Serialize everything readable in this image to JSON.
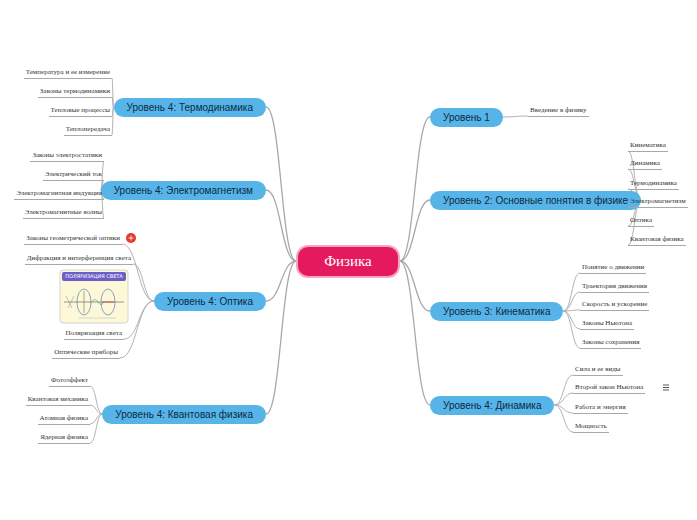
{
  "diagram": {
    "nodes": [
      {
        "text": [
          "Физика"
        ]
      },
      {
        "text": [
          "Уровень 1"
        ]
      },
      {
        "text": [
          "Введение в физику"
        ]
      },
      {
        "text": [
          "Уровень 2: Основные понятия в физике"
        ]
      },
      {
        "text": [
          "Кинематика"
        ]
      },
      {
        "text": [
          "Динамика"
        ]
      },
      {
        "text": [
          "Термодинамика"
        ]
      },
      {
        "text": [
          "Электромагнетизм"
        ]
      },
      {
        "text": [
          "Оптика"
        ]
      },
      {
        "text": [
          "Квантовая физика"
        ]
      },
      {
        "text": [
          "Уровень 3: Кинематика"
        ]
      },
      {
        "text": [
          "Понятие о движении"
        ]
      },
      {
        "text": [
          "Траектория движения"
        ]
      },
      {
        "text": [
          "Скорость и ускорение"
        ]
      },
      {
        "text": [
          "Законы Ньютона"
        ]
      },
      {
        "text": [
          "Законы сохранения"
        ]
      },
      {
        "text": [
          "Уровень 4: Динамика"
        ]
      },
      {
        "text": [
          "Сила и ее виды"
        ]
      },
      {
        "text": [
          "Второй закон Ньютона"
        ]
      },
      {
        "text": [
          "Работа и энергия"
        ]
      },
      {
        "text": [
          "Мощность"
        ]
      },
      {
        "text": [
          "Уровень 4: Термодинамика"
        ]
      },
      {
        "text": [
          "Температура и ее измерение"
        ]
      },
      {
        "text": [
          "Законы термодинамики"
        ]
      },
      {
        "text": [
          "Тепловые процессы"
        ]
      },
      {
        "text": [
          "Теплопередача"
        ]
      },
      {
        "text": [
          "Уровень 4: Электромагнетизм"
        ]
      },
      {
        "text": [
          "Законы электростатики"
        ]
      },
      {
        "text": [
          "Электрический ток"
        ]
      },
      {
        "text": [
          "Электромагнитная индукция"
        ]
      },
      {
        "text": [
          "Электромагнитные волны"
        ]
      },
      {
        "text": [
          "Уровень 4: Оптика"
        ]
      },
      {
        "text": [
          "Законы геометрической оптики"
        ]
      },
      {
        "text": [
          "Дифракция и интерференция света"
        ]
      },
      {
        "text": [
          "Поляризация света"
        ]
      },
      {
        "text": [
          "Оптические приборы"
        ]
      },
      {
        "text": [
          "Уровень 4: Квантовая физика"
        ]
      },
      {
        "text": [
          "Фотоэффект"
        ]
      },
      {
        "text": [
          "Квантовая механика"
        ]
      },
      {
        "text": [
          "Атомная физика"
        ]
      },
      {
        "text": [
          "Ядерная физика"
        ]
      }
    ],
    "edges": [
      {
        "from": 0,
        "to": 1,
        "arrow": "none"
      },
      {
        "from": 1,
        "to": 2,
        "arrow": "none"
      },
      {
        "from": 0,
        "to": 3,
        "arrow": "none"
      },
      {
        "from": 3,
        "to": 4,
        "arrow": "none"
      },
      {
        "from": 3,
        "to": 5,
        "arrow": "none"
      },
      {
        "from": 3,
        "to": 6,
        "arrow": "none"
      },
      {
        "from": 3,
        "to": 7,
        "arrow": "none"
      },
      {
        "from": 3,
        "to": 8,
        "arrow": "none"
      },
      {
        "from": 3,
        "to": 9,
        "arrow": "none"
      },
      {
        "from": 0,
        "to": 10,
        "arrow": "none"
      },
      {
        "from": 10,
        "to": 11,
        "arrow": "none"
      },
      {
        "from": 10,
        "to": 12,
        "arrow": "none"
      },
      {
        "from": 10,
        "to": 13,
        "arrow": "none"
      },
      {
        "from": 10,
        "to": 14,
        "arrow": "none"
      },
      {
        "from": 10,
        "to": 15,
        "arrow": "none"
      },
      {
        "from": 0,
        "to": 16,
        "arrow": "none"
      },
      {
        "from": 16,
        "to": 17,
        "arrow": "none"
      },
      {
        "from": 16,
        "to": 18,
        "arrow": "none"
      },
      {
        "from": 16,
        "to": 19,
        "arrow": "none"
      },
      {
        "from": 16,
        "to": 20,
        "arrow": "none"
      },
      {
        "from": 0,
        "to": 21,
        "arrow": "none"
      },
      {
        "from": 21,
        "to": 22,
        "arrow": "none"
      },
      {
        "from": 21,
        "to": 23,
        "arrow": "none"
      },
      {
        "from": 21,
        "to": 24,
        "arrow": "none"
      },
      {
        "from": 21,
        "to": 25,
        "arrow": "none"
      },
      {
        "from": 0,
        "to": 26,
        "arrow": "none"
      },
      {
        "from": 26,
        "to": 27,
        "arrow": "none"
      },
      {
        "from": 26,
        "to": 28,
        "arrow": "none"
      },
      {
        "from": 26,
        "to": 29,
        "arrow": "none"
      },
      {
        "from": 26,
        "to": 30,
        "arrow": "none"
      },
      {
        "from": 0,
        "to": 31,
        "arrow": "none"
      },
      {
        "from": 31,
        "to": 32,
        "arrow": "none"
      },
      {
        "from": 31,
        "to": 33,
        "arrow": "none"
      },
      {
        "from": 31,
        "to": 34,
        "arrow": "none"
      },
      {
        "from": 31,
        "to": 35,
        "arrow": "none"
      },
      {
        "from": 0,
        "to": 36,
        "arrow": "none"
      },
      {
        "from": 36,
        "to": 37,
        "arrow": "none"
      },
      {
        "from": 36,
        "to": 38,
        "arrow": "none"
      },
      {
        "from": 36,
        "to": 39,
        "arrow": "none"
      },
      {
        "from": 36,
        "to": 40,
        "arrow": "none"
      }
    ],
    "labels": [
      "ПОЛЯРИЗАЦИЯ СВЕТА"
    ]
  }
}
